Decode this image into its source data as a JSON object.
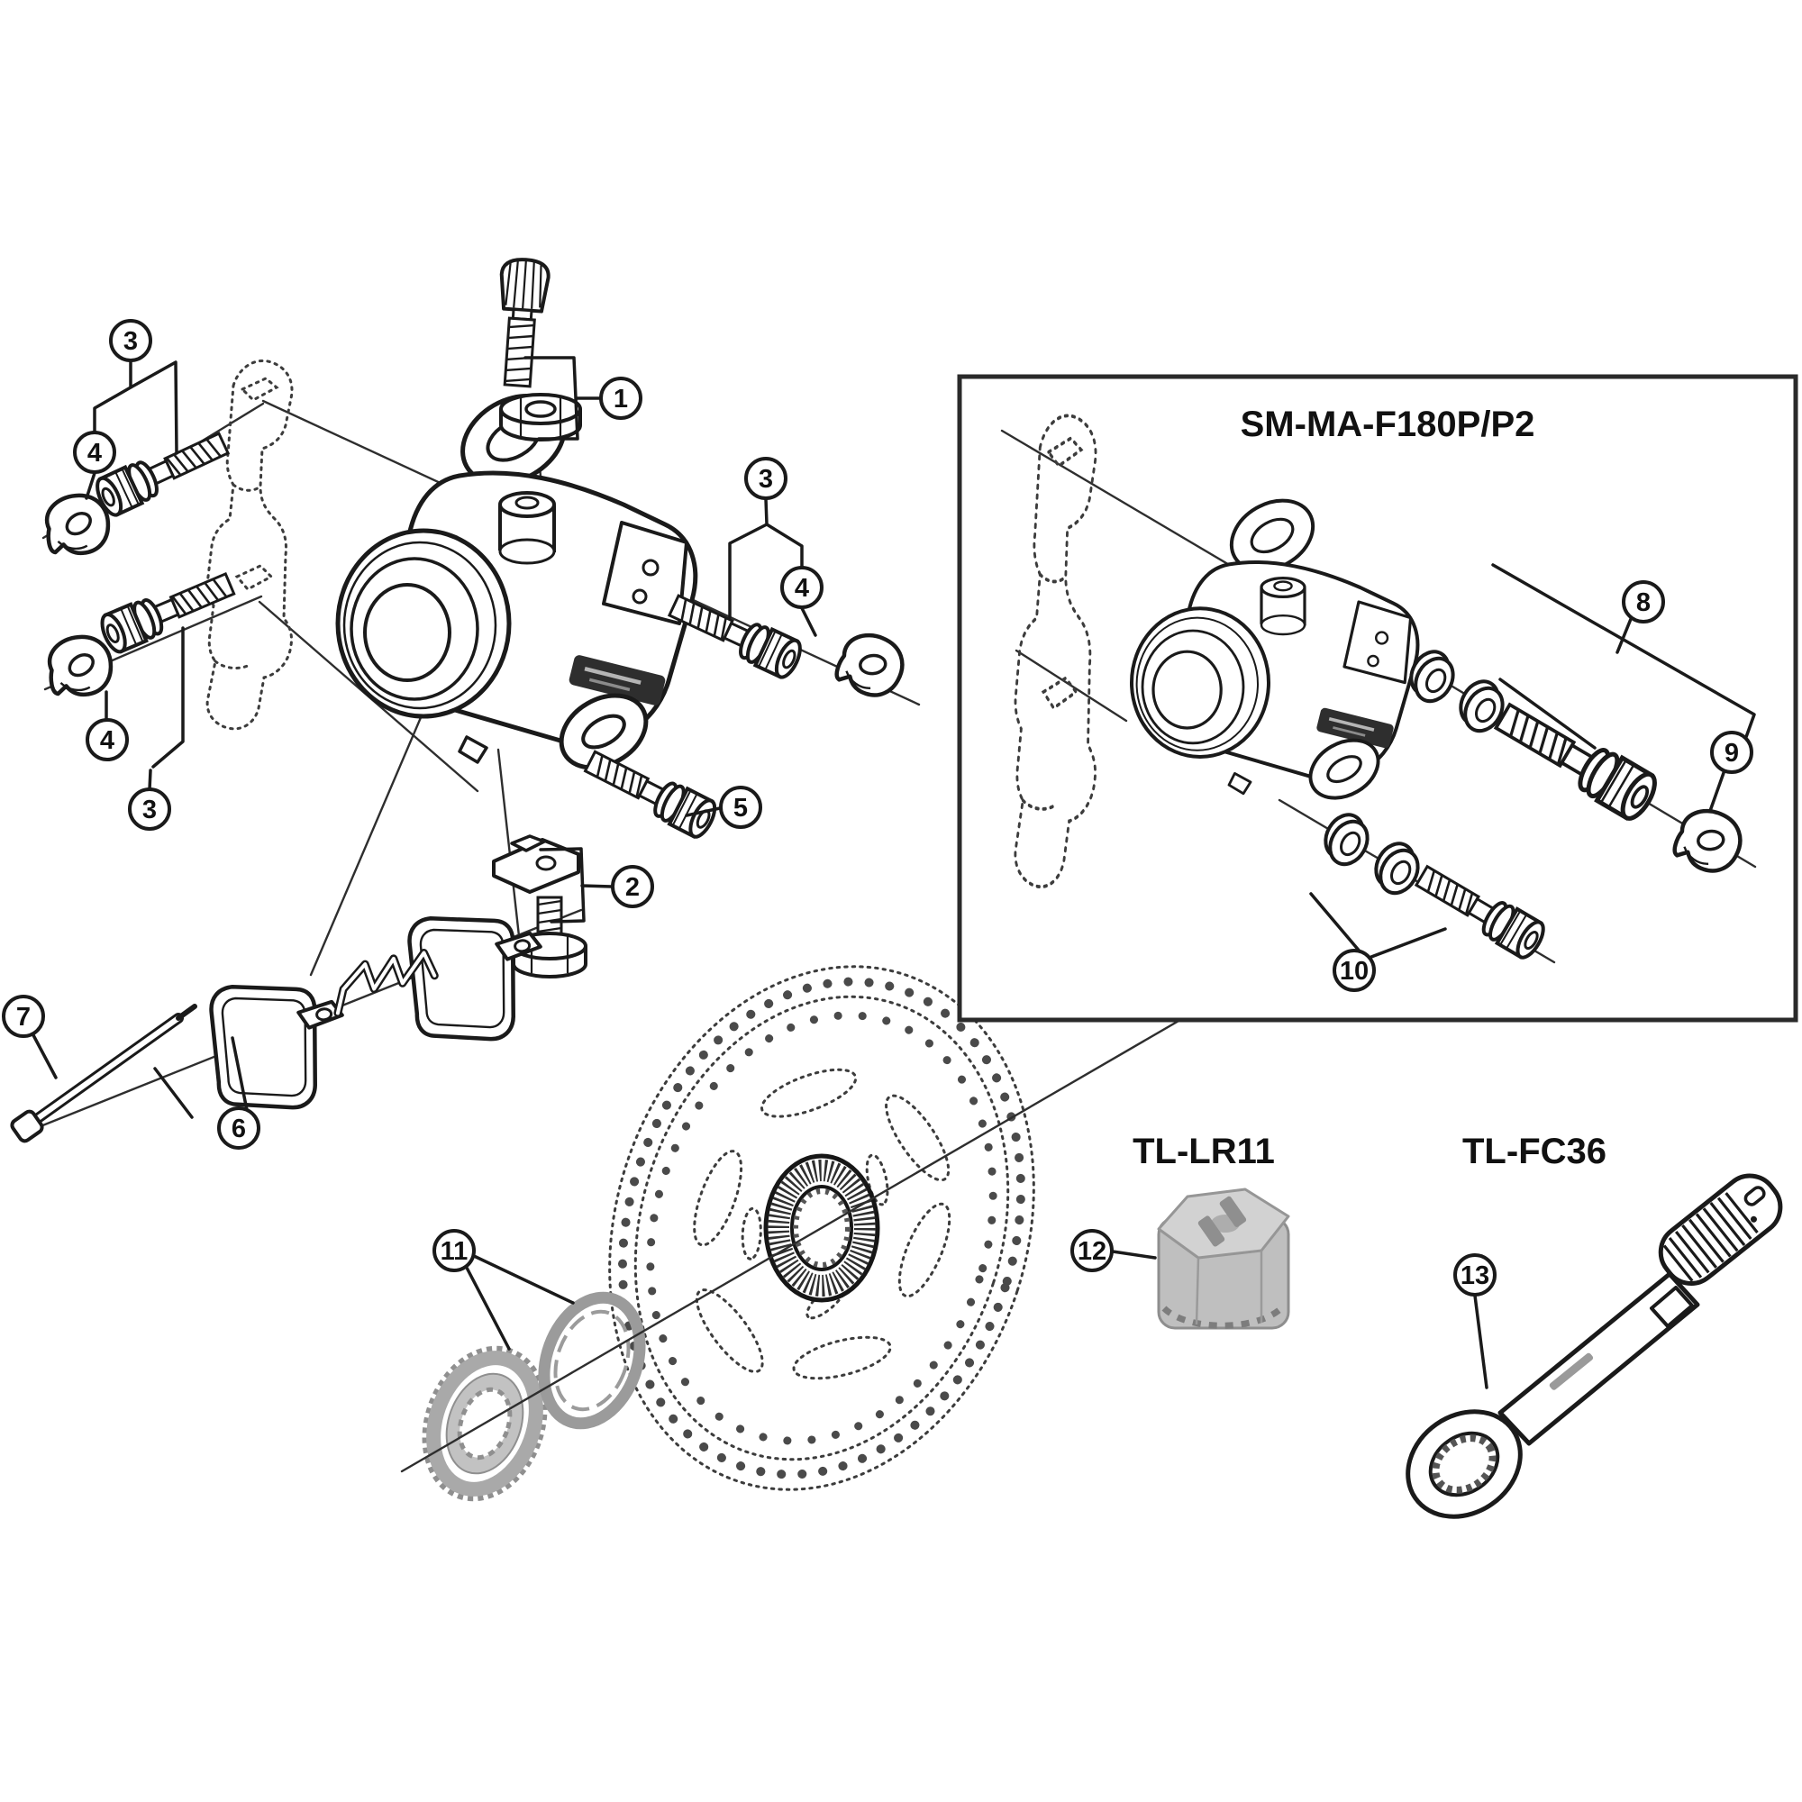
{
  "figure": {
    "background": "#ffffff",
    "line_color": "#1a1a1a",
    "gray_part_color": "#a9a9a9",
    "description_type": "exploded-parts-diagram",
    "inset": {
      "label": "SM-MA-F180P/P2"
    },
    "tools": [
      {
        "callout": "12",
        "label": "TL-LR11"
      },
      {
        "callout": "13",
        "label": "TL-FC36"
      }
    ],
    "callouts": {
      "c1": "1",
      "c2": "2",
      "c3": "3",
      "c4": "4",
      "c5": "5",
      "c6": "6",
      "c7": "7",
      "c8": "8",
      "c9": "9",
      "c10": "10",
      "c11": "11",
      "c12": "12",
      "c13": "13"
    }
  }
}
